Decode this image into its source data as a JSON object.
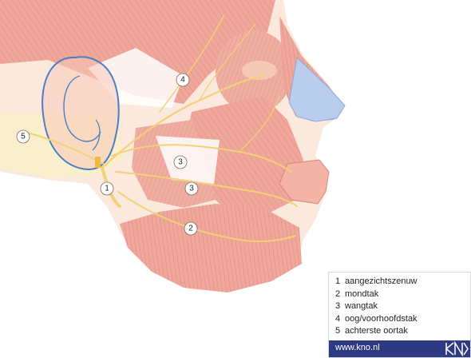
{
  "markers": [
    {
      "id": "m1",
      "text": "1"
    },
    {
      "id": "m2",
      "text": "2"
    },
    {
      "id": "m3a",
      "text": "3"
    },
    {
      "id": "m3b",
      "text": "3"
    },
    {
      "id": "m4",
      "text": "4"
    },
    {
      "id": "m5",
      "text": "5"
    }
  ],
  "legend": {
    "items": [
      {
        "num": "1",
        "label": "aangezichtszenuw"
      },
      {
        "num": "2",
        "label": "mondtak"
      },
      {
        "num": "3",
        "label": "wangtak"
      },
      {
        "num": "4",
        "label": "oog/voorhoofdstak"
      },
      {
        "num": "5",
        "label": "achterste oortak"
      }
    ],
    "url": "www.kno.nl"
  },
  "colors": {
    "muscle": "#eea79a",
    "muscle_dark": "#d9857a",
    "skin": "#fbe9de",
    "nerve": "#f1d27a",
    "ear_outline": "#4a7fc4",
    "nose_cartilage": "#b9cdec",
    "footer": "#2e3a82"
  }
}
